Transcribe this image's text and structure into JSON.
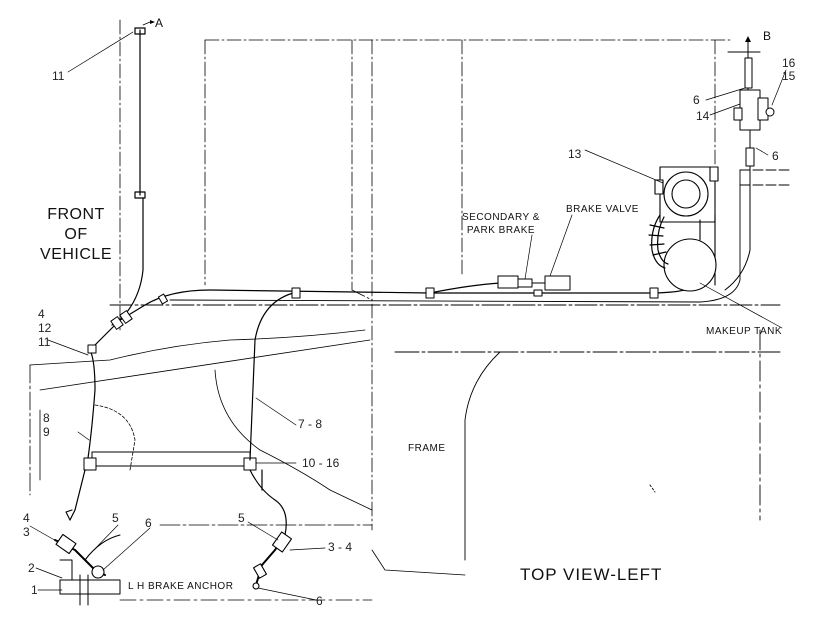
{
  "callouts": {
    "a": "A",
    "b": "B",
    "n11_top": "11",
    "n16_top": "16",
    "n15": "15",
    "n6_top": "6",
    "n14": "14",
    "n6_right": "6",
    "n13": "13",
    "n4_left": "4",
    "n12": "12",
    "n11_left": "11",
    "n8": "8",
    "n9": "9",
    "n7_8": "7 - 8",
    "n10_16": "10 - 16",
    "n4_bottom": "4",
    "n3_bottom": "3",
    "n5_left": "5",
    "n6_left": "6",
    "n2": "2",
    "n1": "1",
    "n5_right": "5",
    "n3_4": "3 - 4",
    "n6_bottom": "6"
  },
  "labels": {
    "front_line1": "FRONT",
    "front_line2": "OF",
    "front_line3": "VEHICLE",
    "secondary_line1": "SECONDARY &",
    "secondary_line2": "PARK BRAKE",
    "brake_valve": "BRAKE VALVE",
    "makeup_tank": "MAKEUP TANK",
    "frame": "FRAME",
    "lh_brake_anchor": "L H  BRAKE ANCHOR",
    "view_title": "TOP VIEW-LEFT"
  }
}
